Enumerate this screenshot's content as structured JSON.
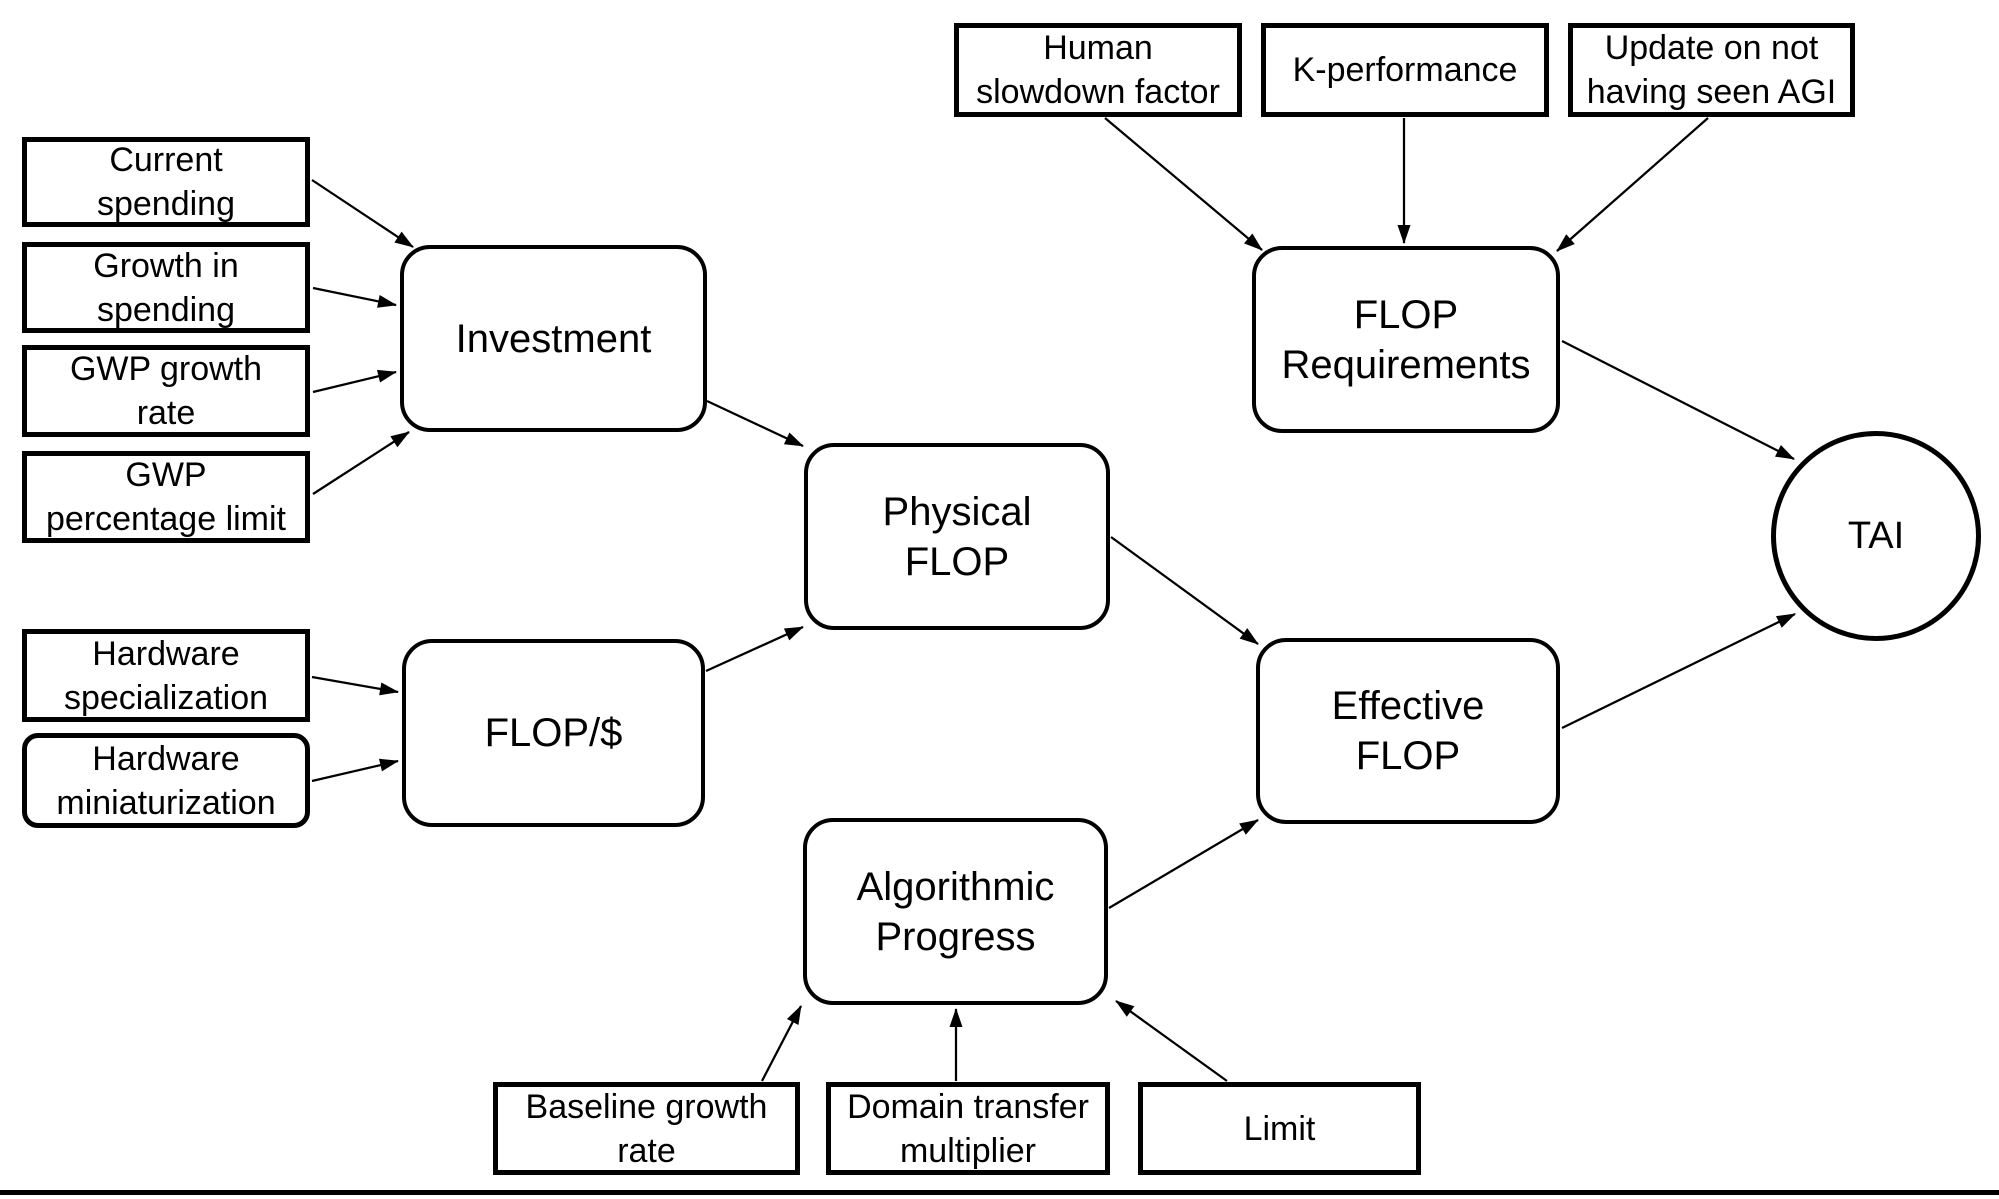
{
  "page": {
    "background_color": "#ffffff",
    "stroke_color": "#000000"
  },
  "diagram": {
    "nodes": {
      "current_spending": {
        "lines": [
          "Current",
          "spending"
        ]
      },
      "growth_in_spending": {
        "lines": [
          "Growth in",
          "spending"
        ]
      },
      "gwp_growth_rate": {
        "lines": [
          "GWP growth",
          "rate"
        ]
      },
      "gwp_percentage_limit": {
        "lines": [
          "GWP",
          "percentage limit"
        ]
      },
      "hardware_specialization": {
        "lines": [
          "Hardware",
          "specialization"
        ]
      },
      "hardware_miniaturization": {
        "lines": [
          "Hardware",
          "miniaturization"
        ]
      },
      "investment": {
        "lines": [
          "Investment"
        ]
      },
      "flop_per_dollar": {
        "lines": [
          "FLOP/$"
        ]
      },
      "physical_flop": {
        "lines": [
          "Physical",
          "FLOP"
        ]
      },
      "human_slowdown_factor": {
        "lines": [
          "Human",
          "slowdown factor"
        ]
      },
      "k_performance": {
        "lines": [
          "K-performance"
        ]
      },
      "update_no_agi": {
        "lines": [
          "Update on not",
          "having seen AGI"
        ]
      },
      "flop_requirements": {
        "lines": [
          "FLOP",
          "Requirements"
        ]
      },
      "effective_flop": {
        "lines": [
          "Effective",
          "FLOP"
        ]
      },
      "algorithmic_progress": {
        "lines": [
          "Algorithmic",
          "Progress"
        ]
      },
      "baseline_growth_rate": {
        "lines": [
          "Baseline growth",
          "rate"
        ]
      },
      "domain_transfer_multiplier": {
        "lines": [
          "Domain transfer",
          "multiplier"
        ]
      },
      "limit": {
        "lines": [
          "Limit"
        ]
      },
      "tai": {
        "lines": [
          "TAI"
        ]
      }
    },
    "edges": [
      {
        "from": "current_spending",
        "to": "investment"
      },
      {
        "from": "growth_in_spending",
        "to": "investment"
      },
      {
        "from": "gwp_growth_rate",
        "to": "investment"
      },
      {
        "from": "gwp_percentage_limit",
        "to": "investment"
      },
      {
        "from": "hardware_specialization",
        "to": "flop_per_dollar"
      },
      {
        "from": "hardware_miniaturization",
        "to": "flop_per_dollar"
      },
      {
        "from": "investment",
        "to": "physical_flop"
      },
      {
        "from": "flop_per_dollar",
        "to": "physical_flop"
      },
      {
        "from": "physical_flop",
        "to": "effective_flop"
      },
      {
        "from": "algorithmic_progress",
        "to": "effective_flop"
      },
      {
        "from": "human_slowdown_factor",
        "to": "flop_requirements"
      },
      {
        "from": "k_performance",
        "to": "flop_requirements"
      },
      {
        "from": "update_no_agi",
        "to": "flop_requirements"
      },
      {
        "from": "flop_requirements",
        "to": "tai"
      },
      {
        "from": "effective_flop",
        "to": "tai"
      },
      {
        "from": "baseline_growth_rate",
        "to": "algorithmic_progress"
      },
      {
        "from": "domain_transfer_multiplier",
        "to": "algorithmic_progress"
      },
      {
        "from": "limit",
        "to": "algorithmic_progress"
      }
    ]
  }
}
